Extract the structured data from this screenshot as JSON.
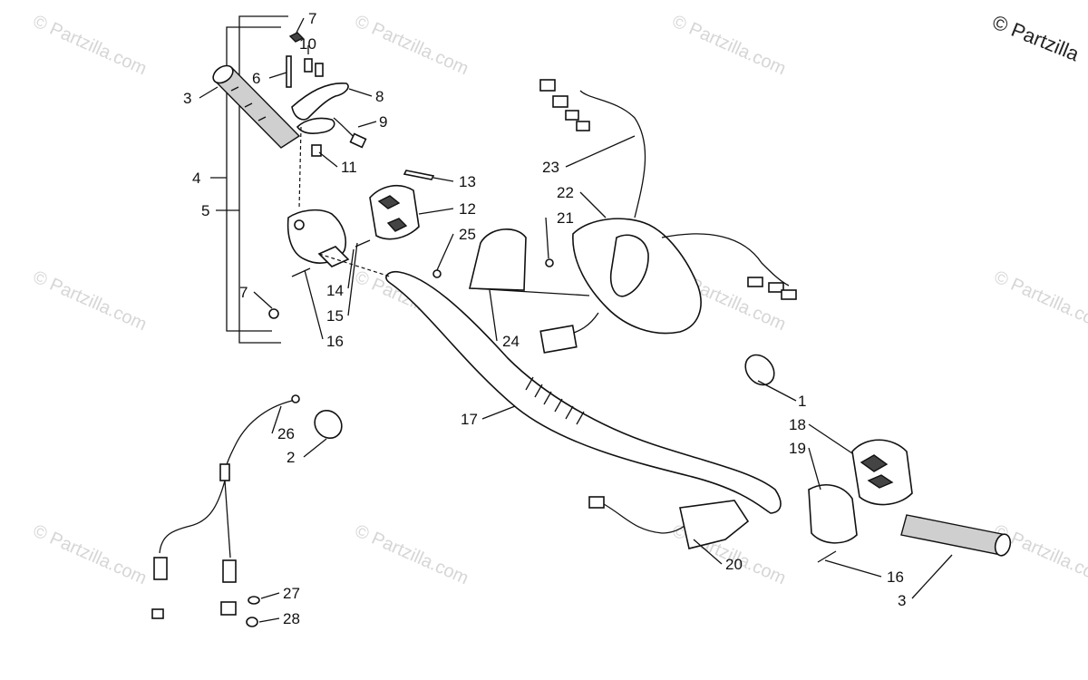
{
  "copyright": "© Partzilla",
  "watermark_text": "© Partzilla.com",
  "callouts": [
    {
      "id": "c7a",
      "text": "7"
    },
    {
      "id": "c10",
      "text": "10"
    },
    {
      "id": "c6",
      "text": "6"
    },
    {
      "id": "c3a",
      "text": "3"
    },
    {
      "id": "c8",
      "text": "8"
    },
    {
      "id": "c9",
      "text": "9"
    },
    {
      "id": "c11",
      "text": "11"
    },
    {
      "id": "c4",
      "text": "4"
    },
    {
      "id": "c5",
      "text": "5"
    },
    {
      "id": "c13",
      "text": "13"
    },
    {
      "id": "c12",
      "text": "12"
    },
    {
      "id": "c25",
      "text": "25"
    },
    {
      "id": "c7b",
      "text": "7"
    },
    {
      "id": "c14",
      "text": "14"
    },
    {
      "id": "c15",
      "text": "15"
    },
    {
      "id": "c16a",
      "text": "16"
    },
    {
      "id": "c23",
      "text": "23"
    },
    {
      "id": "c22",
      "text": "22"
    },
    {
      "id": "c21",
      "text": "21"
    },
    {
      "id": "c24",
      "text": "24"
    },
    {
      "id": "c1",
      "text": "1"
    },
    {
      "id": "c17",
      "text": "17"
    },
    {
      "id": "c18",
      "text": "18"
    },
    {
      "id": "c19",
      "text": "19"
    },
    {
      "id": "c26",
      "text": "26"
    },
    {
      "id": "c2",
      "text": "2"
    },
    {
      "id": "c20",
      "text": "20"
    },
    {
      "id": "c16b",
      "text": "16"
    },
    {
      "id": "c3b",
      "text": "3"
    },
    {
      "id": "c27",
      "text": "27"
    },
    {
      "id": "c28",
      "text": "28"
    }
  ]
}
